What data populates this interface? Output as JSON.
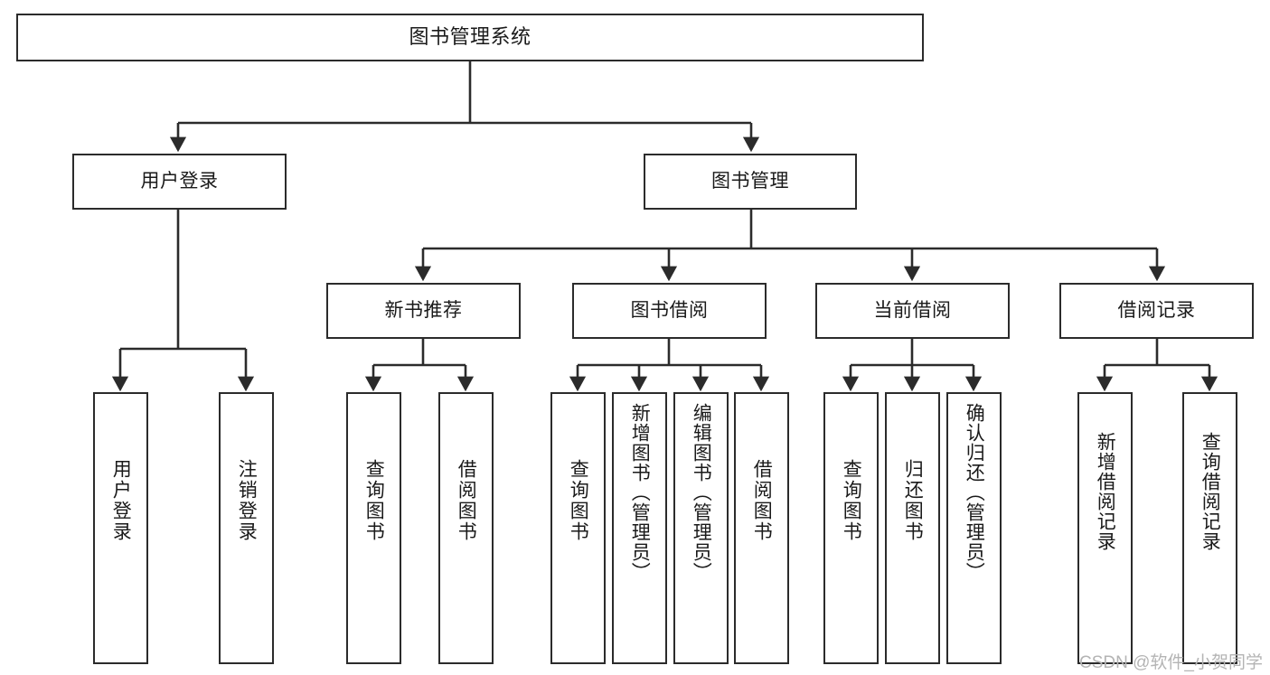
{
  "diagram": {
    "type": "tree",
    "title": "图书管理系统",
    "watermark": "CSDN @软件_小贺同学",
    "colors": {
      "stroke": "#2b2b2b",
      "fill": "#ffffff",
      "text": "#1a1a1a",
      "watermark": "#b4b4b4"
    },
    "nodes": {
      "root": {
        "label": "图书管理系统"
      },
      "level2": [
        {
          "id": "user-login",
          "label": "用户登录"
        },
        {
          "id": "book-management",
          "label": "图书管理"
        }
      ],
      "level3": [
        {
          "id": "new-book-recommend",
          "label": "新书推荐"
        },
        {
          "id": "book-borrow",
          "label": "图书借阅"
        },
        {
          "id": "current-borrow",
          "label": "当前借阅"
        },
        {
          "id": "borrow-record",
          "label": "借阅记录"
        }
      ],
      "leaves": {
        "user-login": [
          {
            "id": "leaf-user-login",
            "label": "用户登录"
          },
          {
            "id": "leaf-logout",
            "label": "注销登录"
          }
        ],
        "new-book-recommend": [
          {
            "id": "leaf-query-book-1",
            "label": "查询图书"
          },
          {
            "id": "leaf-borrow-book-1",
            "label": "借阅图书"
          }
        ],
        "book-borrow": [
          {
            "id": "leaf-query-book-2",
            "label": "查询图书"
          },
          {
            "id": "leaf-add-book",
            "label": "新增图书（管理员）"
          },
          {
            "id": "leaf-edit-book",
            "label": "编辑图书（管理员）"
          },
          {
            "id": "leaf-borrow-book-2",
            "label": "借阅图书"
          }
        ],
        "current-borrow": [
          {
            "id": "leaf-query-book-3",
            "label": "查询图书"
          },
          {
            "id": "leaf-return-book",
            "label": "归还图书"
          },
          {
            "id": "leaf-confirm-return",
            "label": "确认归还（管理员）"
          }
        ],
        "borrow-record": [
          {
            "id": "leaf-add-record",
            "label": "新增借阅记录"
          },
          {
            "id": "leaf-query-record",
            "label": "查询借阅记录"
          }
        ]
      }
    }
  }
}
